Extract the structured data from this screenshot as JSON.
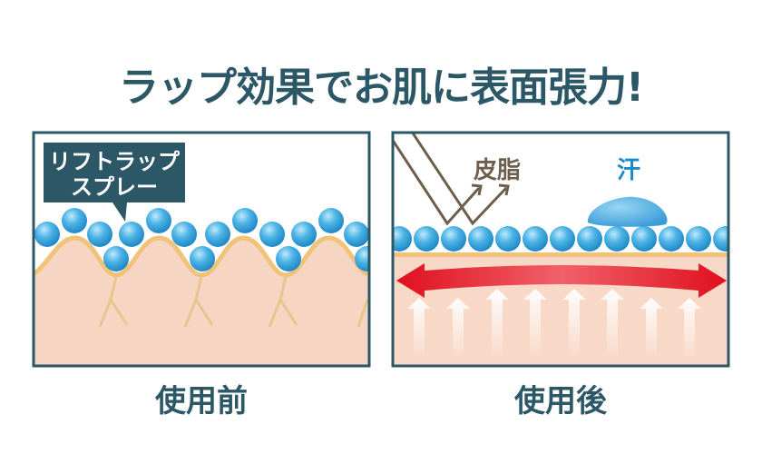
{
  "title": "ラップ効果でお肌に表面張力!",
  "before_panel": {
    "callout_line1": "リフトラップ",
    "callout_line2": "スプレー",
    "caption": "使用前"
  },
  "after_panel": {
    "sebum_label": "皮脂",
    "sweat_label": "汗",
    "caption": "使用後"
  },
  "colors": {
    "heading": "#2b5766",
    "ball": "#3aa6dc",
    "skin": "#f6d6c3",
    "skin_line": "#f0c27a",
    "arrow_red": "#e0101e",
    "sebum": "#6e5f4c",
    "sweat_text": "#1a8ad0"
  }
}
